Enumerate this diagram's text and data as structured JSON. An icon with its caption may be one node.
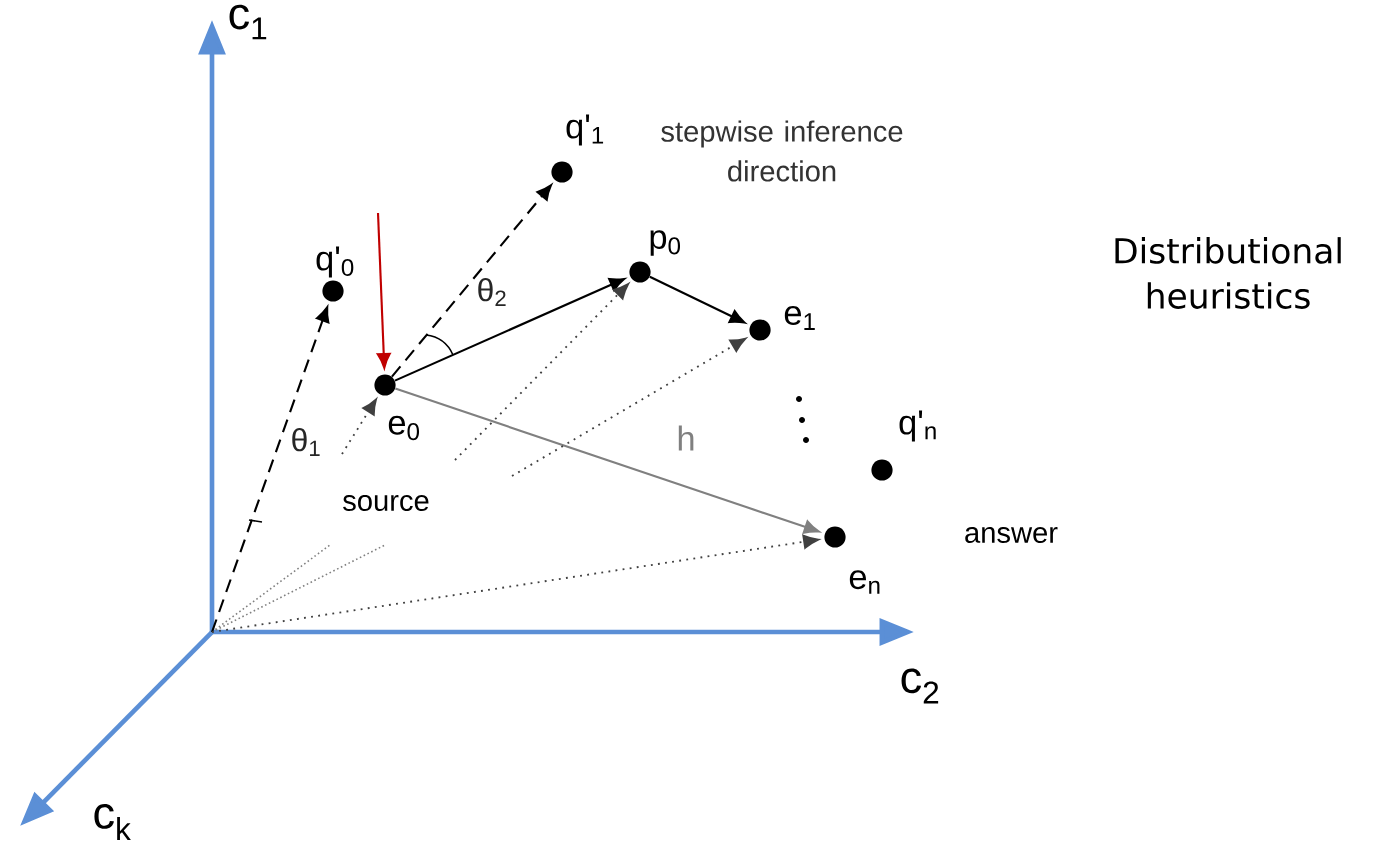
{
  "diagram": {
    "nodes": [
      {
        "text": [],
        "shape": "circle",
        "beside": [
          "q'$_{0}$"
        ]
      },
      {
        "text": [],
        "shape": "circle",
        "beside": [
          "q'$_{1}$"
        ]
      },
      {
        "text": [],
        "shape": "circle",
        "beside": [
          "e$_{0}$"
        ]
      },
      {
        "text": [],
        "shape": "circle",
        "beside": [
          "p$_{0}$"
        ]
      },
      {
        "text": [],
        "shape": "circle",
        "beside": [
          "e$_{1}$"
        ]
      },
      {
        "text": [],
        "shape": "circle",
        "beside": [
          "q'$_{n}$"
        ]
      },
      {
        "text": [],
        "shape": "circle",
        "beside": [
          "e$_{n}$"
        ]
      }
    ],
    "edges": [
      {
        "from": null,
        "to": 0,
        "arrow": "to",
        "style": "dashed"
      },
      {
        "from": 2,
        "to": 1,
        "arrow": "to",
        "style": "dashed"
      },
      {
        "from": 2,
        "to": 3,
        "arrow": "to"
      },
      {
        "from": 3,
        "to": 4,
        "arrow": "to"
      },
      {
        "from": 2,
        "to": 6,
        "arrow": "to",
        "color": "#808080",
        "label": "h"
      },
      {
        "from": null,
        "to": 2,
        "arrow": "to",
        "style": "dashed",
        "color": "#404040"
      },
      {
        "from": null,
        "to": 3,
        "arrow": "to",
        "style": "dashed",
        "color": "#404040"
      },
      {
        "from": null,
        "to": 4,
        "arrow": "to",
        "style": "dashed",
        "color": "#404040"
      },
      {
        "from": null,
        "to": 6,
        "arrow": "to",
        "style": "dashed",
        "color": "#404040"
      },
      {
        "from": null,
        "to": 2,
        "arrow": "to",
        "color": "#c00000"
      }
    ],
    "labels": [
      "c$_{1}$",
      "stepwise inference direction",
      "Distributional heuristics",
      "θ$_{2}$",
      "θ$_{1}$",
      "source",
      "answer",
      "c$_{2}$",
      "c$_{k}$"
    ]
  }
}
